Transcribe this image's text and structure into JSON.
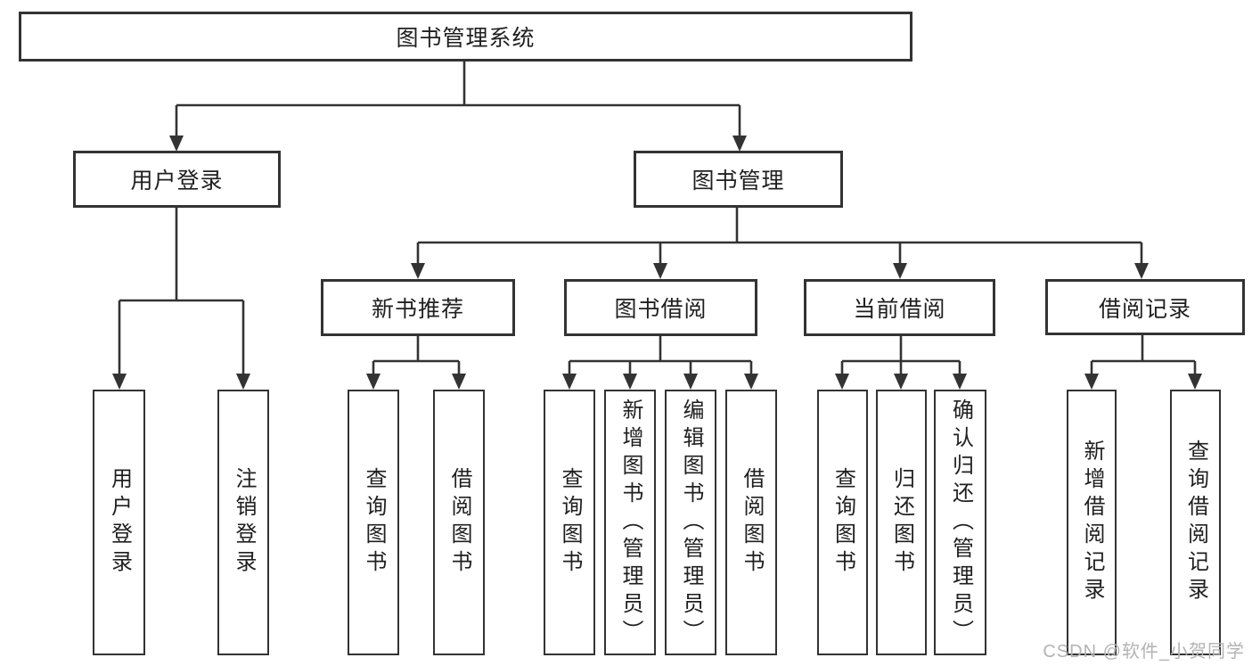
{
  "diagram": {
    "root": {
      "label": "图书管理系统"
    },
    "branches": [
      {
        "label": "用户登录",
        "children": [
          {
            "label": "用户登录"
          },
          {
            "label": "注销登录"
          }
        ]
      },
      {
        "label": "图书管理",
        "children": [
          {
            "label": "新书推荐",
            "children": [
              {
                "label": "查询图书"
              },
              {
                "label": "借阅图书"
              }
            ]
          },
          {
            "label": "图书借阅",
            "children": [
              {
                "label": "查询图书"
              },
              {
                "label": "新增图书（管理员）"
              },
              {
                "label": "编辑图书（管理员）"
              },
              {
                "label": "借阅图书"
              }
            ]
          },
          {
            "label": "当前借阅",
            "children": [
              {
                "label": "查询图书"
              },
              {
                "label": "归还图书"
              },
              {
                "label": "确认归还（管理员）"
              }
            ]
          },
          {
            "label": "借阅记录",
            "children": [
              {
                "label": "新增借阅记录"
              },
              {
                "label": "查询借阅记录"
              }
            ]
          }
        ]
      }
    ]
  },
  "watermark": {
    "text": "CSDN @软件_小贺同学"
  },
  "colors": {
    "line": "#333333",
    "border": "#333333",
    "text": "#1f1f1f",
    "background": "#ffffff",
    "watermark_color": "#b3b3b3"
  }
}
